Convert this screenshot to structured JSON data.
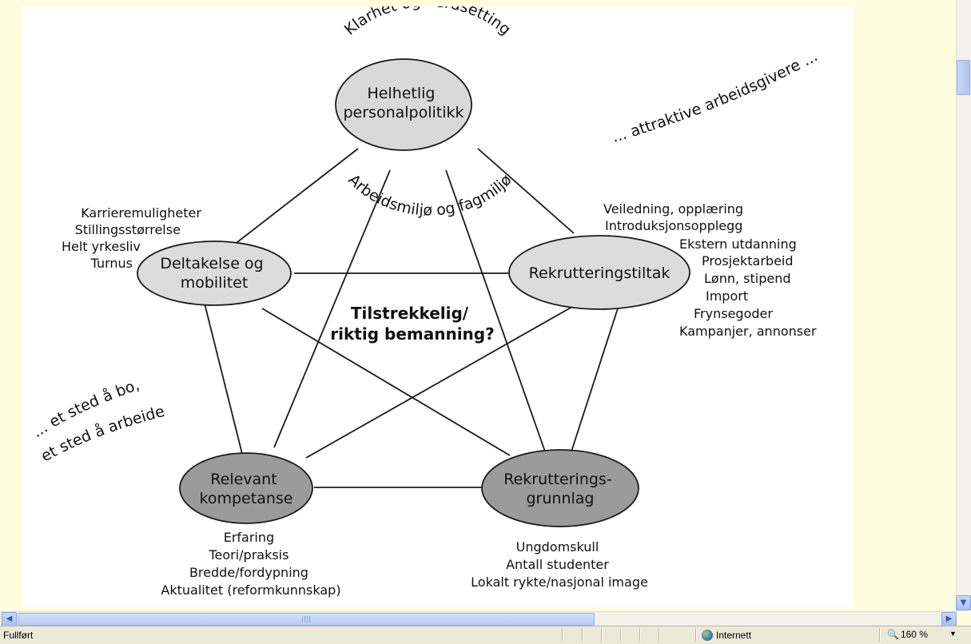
{
  "diagram": {
    "center_question": [
      "Tilstrekkelig/",
      "riktig bemanning?"
    ],
    "top_node": {
      "title": [
        "Helhetlig",
        "personalpolitikk"
      ],
      "arc_top": "Klarhet og verdsetting",
      "arc_bottom": "Arbeidsmiljø og fagmiljø"
    },
    "left_node": {
      "title": [
        "Deltakelse og",
        "mobilitet"
      ],
      "items": [
        "Karrieremuligheter",
        "Stillingsstørrelse",
        "Helt yrkesliv",
        "Turnus"
      ]
    },
    "right_node": {
      "title": [
        "Rekrutteringstiltak"
      ],
      "items": [
        "Veiledning, opplæring",
        "Introduksjonsopplegg",
        "Ekstern utdanning",
        "Prosjektarbeid",
        "Lønn, stipend",
        "Import",
        "Frynsegoder",
        "Kampanjer, annonser"
      ]
    },
    "bottom_left_node": {
      "title": [
        "Relevant",
        "kompetanse"
      ],
      "items": [
        "Erfaring",
        "Teori/praksis",
        "Bredde/fordypning",
        "Aktualitet (reformkunnskap)"
      ]
    },
    "bottom_right_node": {
      "title": [
        "Rekrutterings-",
        "grunnlag"
      ],
      "items": [
        "Ungdomskull",
        "Antall studenter",
        "Lokalt rykte/nasjonal image"
      ]
    },
    "slogan_right": "... attraktive arbeidsgivere ...",
    "slogan_left": [
      "... et sted å bo,",
      "et sted å arbeide"
    ],
    "colors": {
      "top_fill": "#d9d9d9",
      "middle_fill": "#dcdcdc",
      "bottom_fill": "#9b9b9b",
      "stroke": "#1a1a1a"
    }
  },
  "statusbar": {
    "status_text": "Fullført",
    "zone_label": "Internett",
    "zone_icon": "globe-icon",
    "zoom_label": "160 %"
  },
  "scrollbars": {
    "icons": [
      "scroll-up-arrow",
      "scroll-down-arrow",
      "scroll-left-arrow",
      "scroll-right-arrow"
    ]
  }
}
